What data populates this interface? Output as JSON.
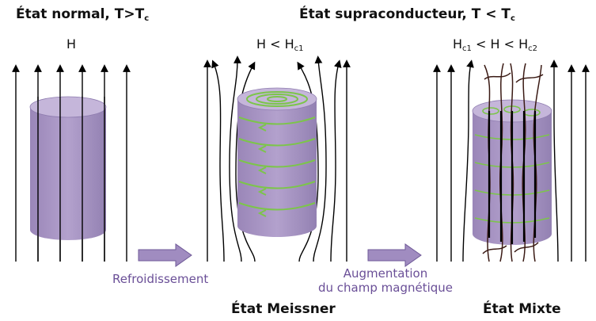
{
  "panels": {
    "normal": {
      "heading": "État normal, T>T",
      "heading_sub": "c",
      "field": "H"
    },
    "supra": {
      "heading": "État supraconducteur, T < T",
      "heading_sub": "c"
    },
    "meissner": {
      "field_pre": "H < H",
      "field_sub": "c1",
      "name": "État Meissner"
    },
    "mixte": {
      "field_h1": "H",
      "field_h1_sub": "c1",
      "field_mid": " < H < H",
      "field_h2_sub": "c2",
      "name": "État Mixte"
    }
  },
  "transitions": {
    "cooling": "Refroidissement",
    "increase_line1": "Augmentation",
    "increase_line2": "du champ magnétique"
  },
  "colors": {
    "cylinder_fill": "#a793c4",
    "cylinder_top": "#c5b6da",
    "transition_text": "#6a4f97",
    "arrow_fill": "#a08cc0",
    "current_loops": "#7cc54a",
    "field_lines": "#000000",
    "vortex_lines": "#3a1a14"
  },
  "icons": {
    "transition_arrow": "right-block-arrow-icon"
  }
}
